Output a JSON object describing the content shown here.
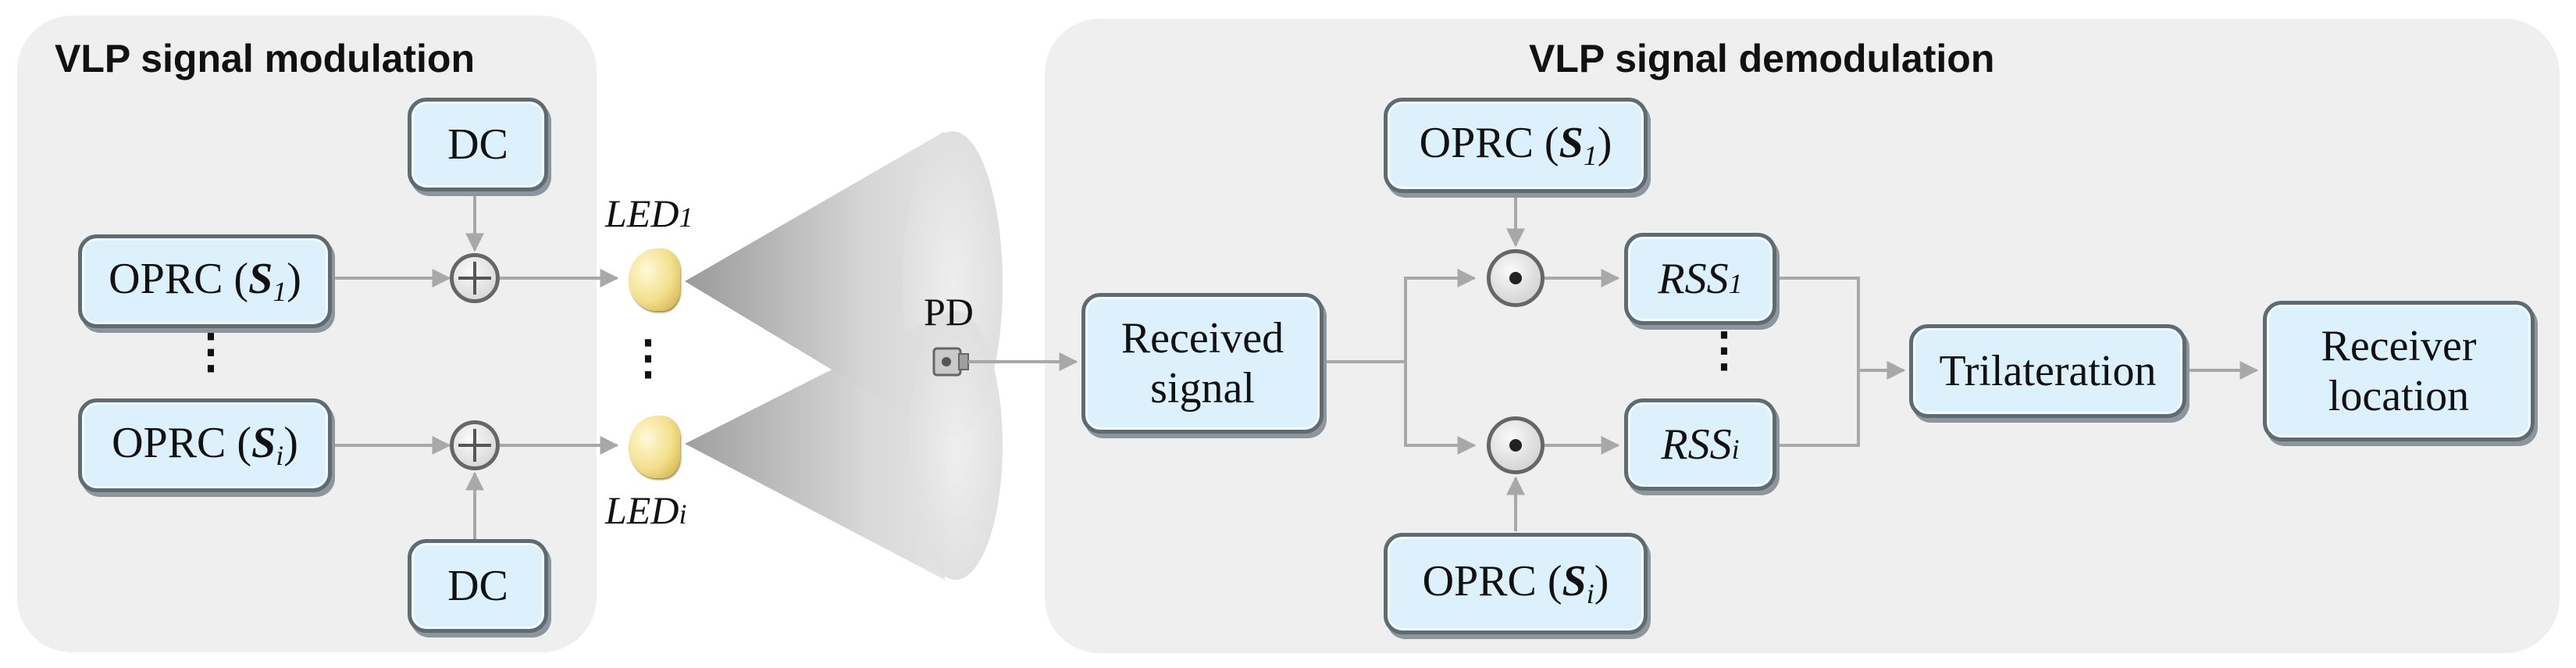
{
  "modulation": {
    "title": "VLP signal modulation",
    "dc_top": "DC",
    "dc_bottom": "DC",
    "oprc_1": {
      "prefix": "OPRC (",
      "sym": "S",
      "sub": "1",
      "suffix": ")"
    },
    "oprc_i": {
      "prefix": "OPRC (",
      "sym": "S",
      "sub": "i",
      "suffix": ")"
    },
    "vdots": "⋮",
    "led_1": {
      "base": "LED",
      "sub": "1"
    },
    "led_i": {
      "base": "LED",
      "sub": "i"
    },
    "led_vdots": "⋮"
  },
  "pd_label": "PD",
  "demodulation": {
    "title": "VLP signal demodulation",
    "received_signal": [
      "Received",
      "signal"
    ],
    "oprc_1": {
      "prefix": "OPRC (",
      "sym": "S",
      "sub": "1",
      "suffix": ")"
    },
    "oprc_i": {
      "prefix": "OPRC (",
      "sym": "S",
      "sub": "i",
      "suffix": ")"
    },
    "rss_1": {
      "base": "RSS",
      "sub": "1"
    },
    "rss_i": {
      "base": "RSS",
      "sub": "i"
    },
    "rss_vdots": "⋮",
    "trilateration": "Trilateration",
    "receiver_location": [
      "Receiver",
      "location"
    ]
  },
  "colors": {
    "panel_bg": "#efefef",
    "box_fill": "#ddf1fc",
    "box_border": "#5f6b73",
    "connector": "#a8a8a8",
    "led": "#f3df8a",
    "beam": "#c8c8c8"
  }
}
